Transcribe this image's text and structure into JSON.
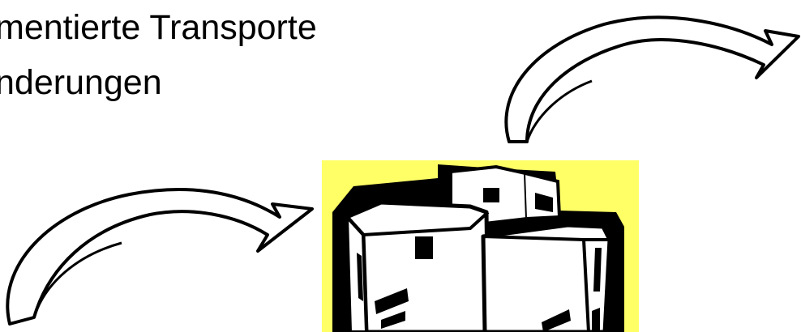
{
  "slide": {
    "lines": [
      "mentierte Transporte",
      "nderungen"
    ]
  },
  "clipart": {
    "background_color": "#ffff66",
    "ink_color": "#000000",
    "subject": "cardboard-boxes",
    "arrows": [
      "curved-arrow-right",
      "curved-arrow-right"
    ]
  }
}
